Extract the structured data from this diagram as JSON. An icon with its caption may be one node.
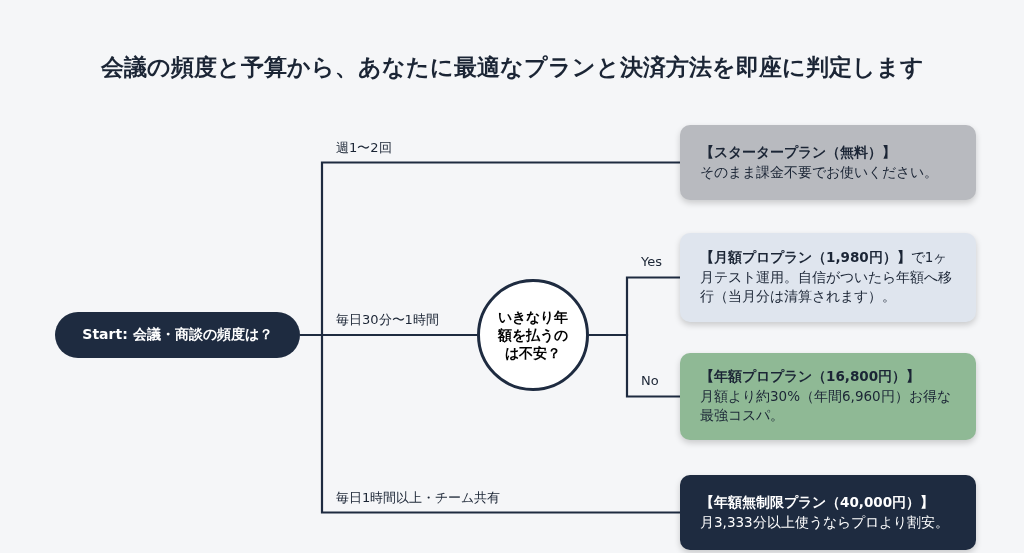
{
  "diagram": {
    "title": "会議の頻度と予算から、あなたに最適なプランと決済方法を即座に判定します",
    "nodes": [
      {
        "text": [
          "Start: 会議・商談の頻度は？"
        ]
      },
      {
        "text": [
          "【スタータープラン（無料）】",
          "そのまま課金不要でお使いください。"
        ]
      },
      {
        "text": [
          "いきなり年額を払うのは不安？"
        ]
      },
      {
        "text": [
          "**【月額プロプラン（1,980円）】**で1ヶ月テスト運用。自信がついたら年額へ移行（当月分は清算されます）。"
        ]
      },
      {
        "text": [
          "【年額プロプラン（16,800円）】",
          "月額より約30%（年間6,960円）お得な最強コスパ。"
        ]
      },
      {
        "text": [
          "【年額無制限プラン（40,000円）】",
          "月3,333分以上使うならプロより割安。"
        ]
      }
    ],
    "edges": [
      {
        "from": 0,
        "to": 1,
        "arrow": "none",
        "label": "週1〜2回"
      },
      {
        "from": 0,
        "to": 2,
        "arrow": "none",
        "label": "毎日30分〜1時間"
      },
      {
        "from": 2,
        "to": 3,
        "arrow": "none",
        "label": "Yes"
      },
      {
        "from": 2,
        "to": 4,
        "arrow": "none",
        "label": "No"
      },
      {
        "from": 0,
        "to": 5,
        "arrow": "none",
        "label": "毎日1時間以上・チーム共有"
      }
    ]
  }
}
